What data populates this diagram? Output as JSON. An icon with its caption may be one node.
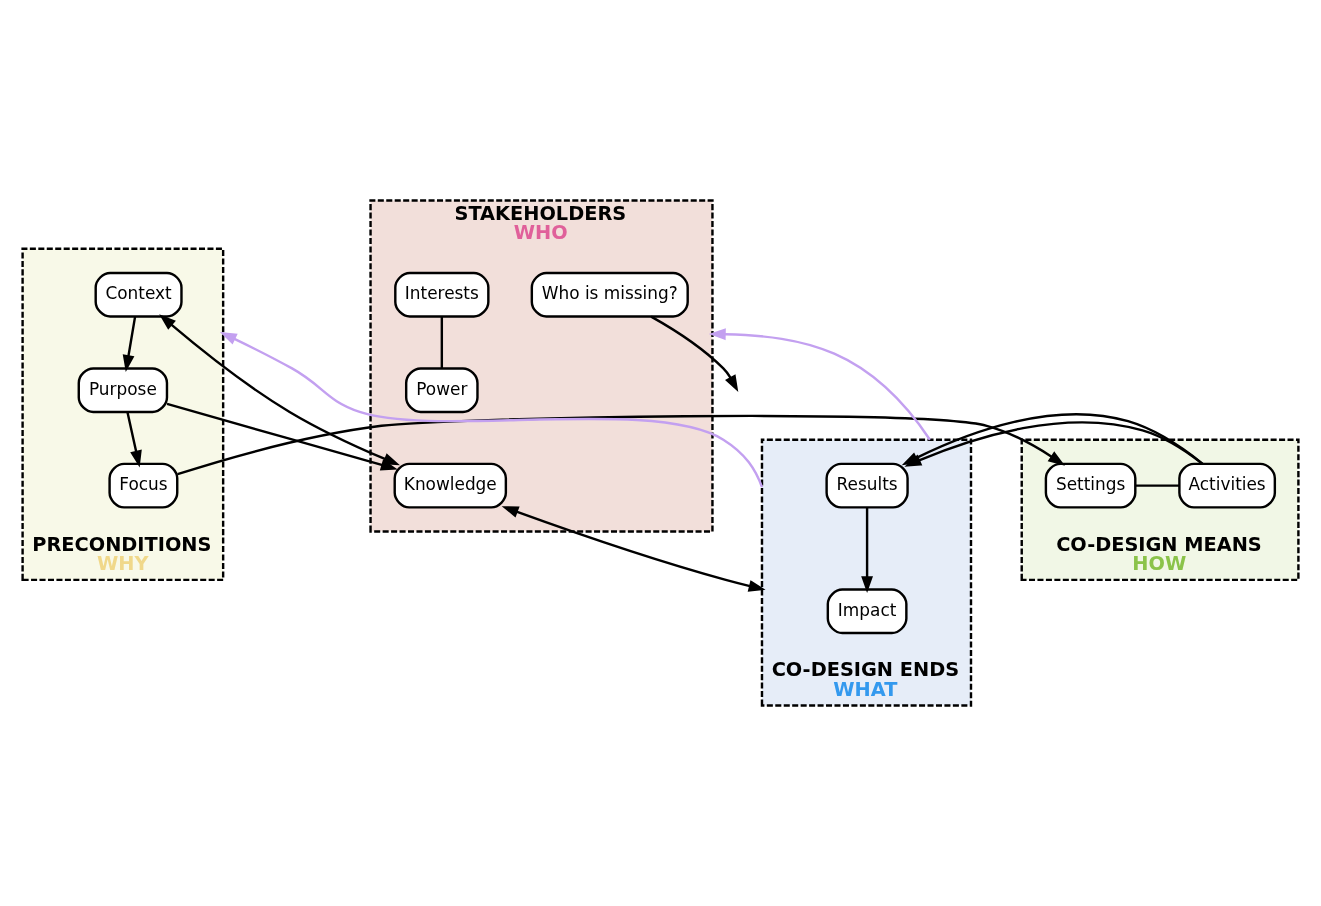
{
  "diagram": {
    "nodes": [
      {
        "text": [
          "PRECONDITIONS",
          "WHY"
        ]
      },
      {
        "text": [
          "Context"
        ],
        "in": 0
      },
      {
        "text": [
          "Purpose"
        ],
        "in": 0
      },
      {
        "text": [
          "Focus"
        ],
        "in": 0
      },
      {
        "text": [
          "STAKEHOLDERS",
          "WHO"
        ]
      },
      {
        "text": [
          "Interests"
        ],
        "in": 4
      },
      {
        "text": [
          "Knowledge"
        ],
        "in": 4
      },
      {
        "text": [
          "Power"
        ],
        "in": 4
      },
      {
        "text": [
          "Who is missing?"
        ],
        "in": 4
      },
      {
        "text": [
          "CO-DESIGN MEANS",
          "HOW"
        ]
      },
      {
        "text": [
          "Settings"
        ],
        "in": 9
      },
      {
        "text": [
          "Activities"
        ],
        "in": 9
      },
      {
        "text": [
          "CO-DESIGN ENDS",
          "WHAT"
        ]
      },
      {
        "text": [
          "Impact"
        ],
        "in": 12
      },
      {
        "text": [
          "Results"
        ],
        "in": 12
      }
    ],
    "edges": [
      {
        "from": 1,
        "to": 6,
        "arrow": "both"
      },
      {
        "from": 2,
        "to": 6,
        "arrow": "to"
      },
      {
        "from": 1,
        "to": 2,
        "arrow": "to"
      },
      {
        "from": 2,
        "to": 3,
        "arrow": "to"
      },
      {
        "from": 3,
        "to": 10,
        "arrow": "to"
      },
      {
        "from": 10,
        "to": 11,
        "arrow": "none"
      },
      {
        "from": 8,
        "to": null,
        "arrow": "to"
      },
      {
        "from": 11,
        "to": 14,
        "arrow": "to"
      },
      {
        "from": 14,
        "to": 13,
        "arrow": "to"
      },
      {
        "from": 5,
        "to": 7,
        "arrow": "none"
      },
      {
        "from": 6,
        "to": 12,
        "arrow": "both"
      },
      {
        "from": 12,
        "to": 0,
        "arrow": "to",
        "color": "#c3a0f0"
      },
      {
        "from": 12,
        "to": 4,
        "arrow": "to",
        "color": "#c3a0f0"
      }
    ]
  }
}
